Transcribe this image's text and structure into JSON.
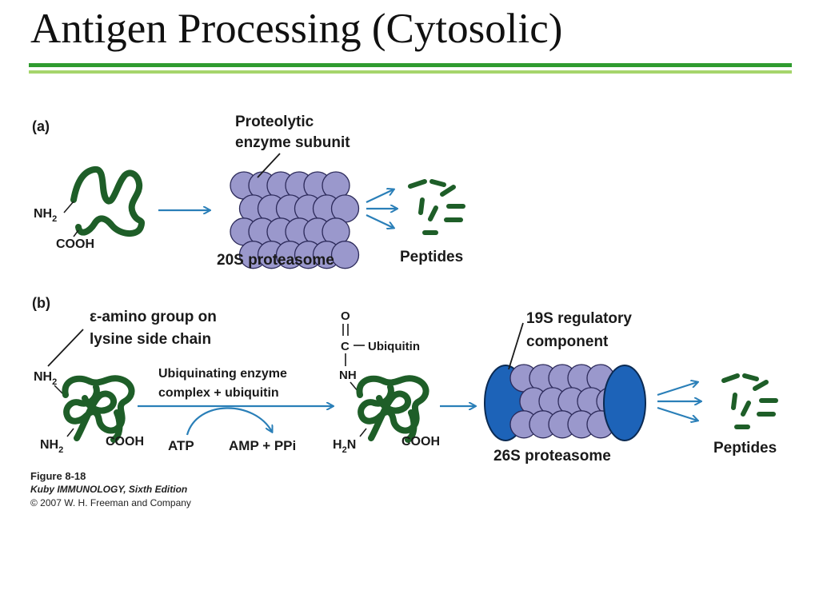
{
  "title": "Antigen Processing (Cytosolic)",
  "colors": {
    "rule_dark": "#2f9b2f",
    "rule_light": "#a6d56c",
    "protein": "#1e5e28",
    "proteasome_ball": "#9a98cc",
    "regulatory_cap": "#1d63b8",
    "arrow": "#2a7fb8"
  },
  "panel_a": {
    "label": "(a)",
    "nh2": "NH",
    "nh2_sub": "2",
    "cooh": "COOH",
    "enzyme_label_line1": "Proteolytic",
    "enzyme_label_line2": "enzyme subunit",
    "proteasome_label": "20S proteasome",
    "peptides_label": "Peptides"
  },
  "panel_b": {
    "label": "(b)",
    "amino_label_line1": "ε-amino group on",
    "amino_label_line2": "lysine side chain",
    "nh2_top": "NH",
    "nh2_top_sub": "2",
    "nh2_bottom": "NH",
    "nh2_bottom_sub": "2",
    "cooh_left": "COOH",
    "enzyme_line1": "Ubiquinating enzyme",
    "enzyme_line2": "complex + ubiquitin",
    "atp": "ATP",
    "amp": "AMP + PPi",
    "o_atom": "O",
    "c_atom": "C",
    "ubiquitin": "Ubiquitin",
    "nh": "NH",
    "h2n": "H",
    "h2n_sub": "2",
    "h2n_n": "N",
    "cooh_right": "COOH",
    "regulatory_line1": "19S regulatory",
    "regulatory_line2": "component",
    "proteasome_label": "26S proteasome",
    "peptides_label": "Peptides"
  },
  "caption": {
    "figure": "Figure 8-18",
    "book": "Kuby IMMUNOLOGY, Sixth Edition",
    "copyright": "© 2007 W. H. Freeman and Company"
  }
}
